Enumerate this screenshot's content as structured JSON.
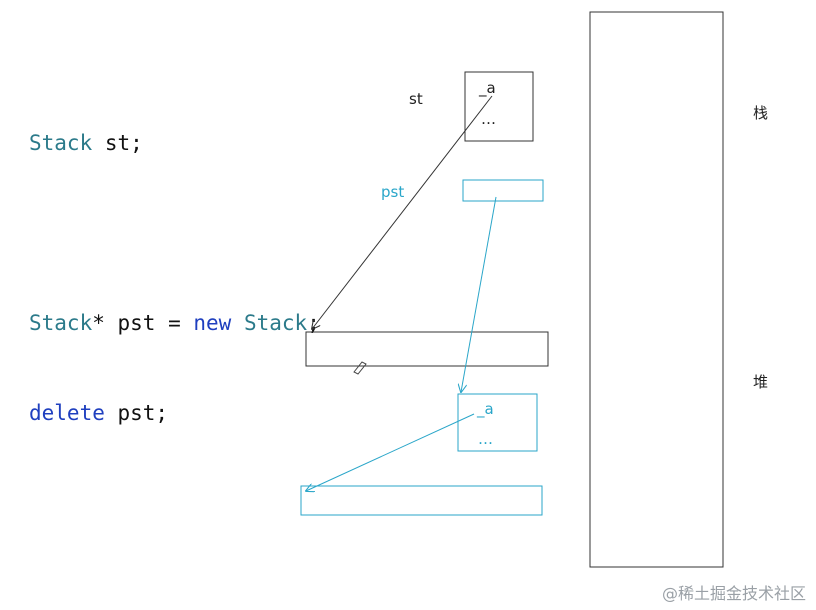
{
  "code": {
    "line1": {
      "type": "Stack",
      "rest": " st;"
    },
    "line3": {
      "type": "Stack",
      "mid": "* pst = ",
      "kw": "new",
      "sp": " ",
      "type2": "Stack",
      "end": ";"
    },
    "line4": {
      "kw": "delete",
      "rest": " pst;"
    }
  },
  "diagram": {
    "label_st": "st",
    "label_pst": "pst",
    "st_box": {
      "member": "_a",
      "more": "…"
    },
    "heap_obj": {
      "member": "_a",
      "more": "…"
    },
    "label_stack": "栈",
    "label_heap": "堆"
  },
  "colors": {
    "black": "#222222",
    "blue": "#2aa6c9",
    "keyword": "#1f3fbf",
    "type": "#2b7a8a"
  },
  "watermark": "@稀土掘金技术社区"
}
